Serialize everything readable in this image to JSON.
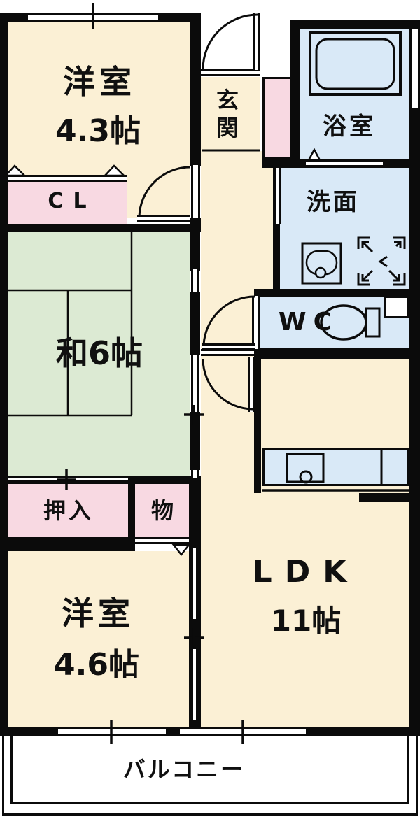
{
  "colors": {
    "wall": "#0b0b0b",
    "room_cream": "#fbf0d5",
    "closet_pink": "#f8d9e2",
    "tatami_green": "#dcead3",
    "wet_blue": "#d9e9f7",
    "balcony_white": "#ffffff"
  },
  "rooms": {
    "western_room_1": {
      "label": "洋室",
      "size": "4.3帖"
    },
    "entrance": {
      "label": "玄関"
    },
    "bathroom": {
      "label": "浴室"
    },
    "washroom": {
      "label": "洗面"
    },
    "closet_cl": {
      "label": "CL"
    },
    "japanese_room": {
      "label": "和6帖"
    },
    "toilet": {
      "label": "WC"
    },
    "oshiire_closet": {
      "label": "押入"
    },
    "storage": {
      "label": "物"
    },
    "western_room_2": {
      "label": "洋室",
      "size": "4.6帖"
    },
    "ldk": {
      "label": "LDK",
      "size": "11帖"
    },
    "balcony": {
      "label": "バルコニー"
    }
  },
  "icons": [
    "bathtub-icon",
    "washbasin-icon",
    "washing-machine-pan-icon",
    "toilet-icon",
    "kitchen-sink-icon"
  ]
}
